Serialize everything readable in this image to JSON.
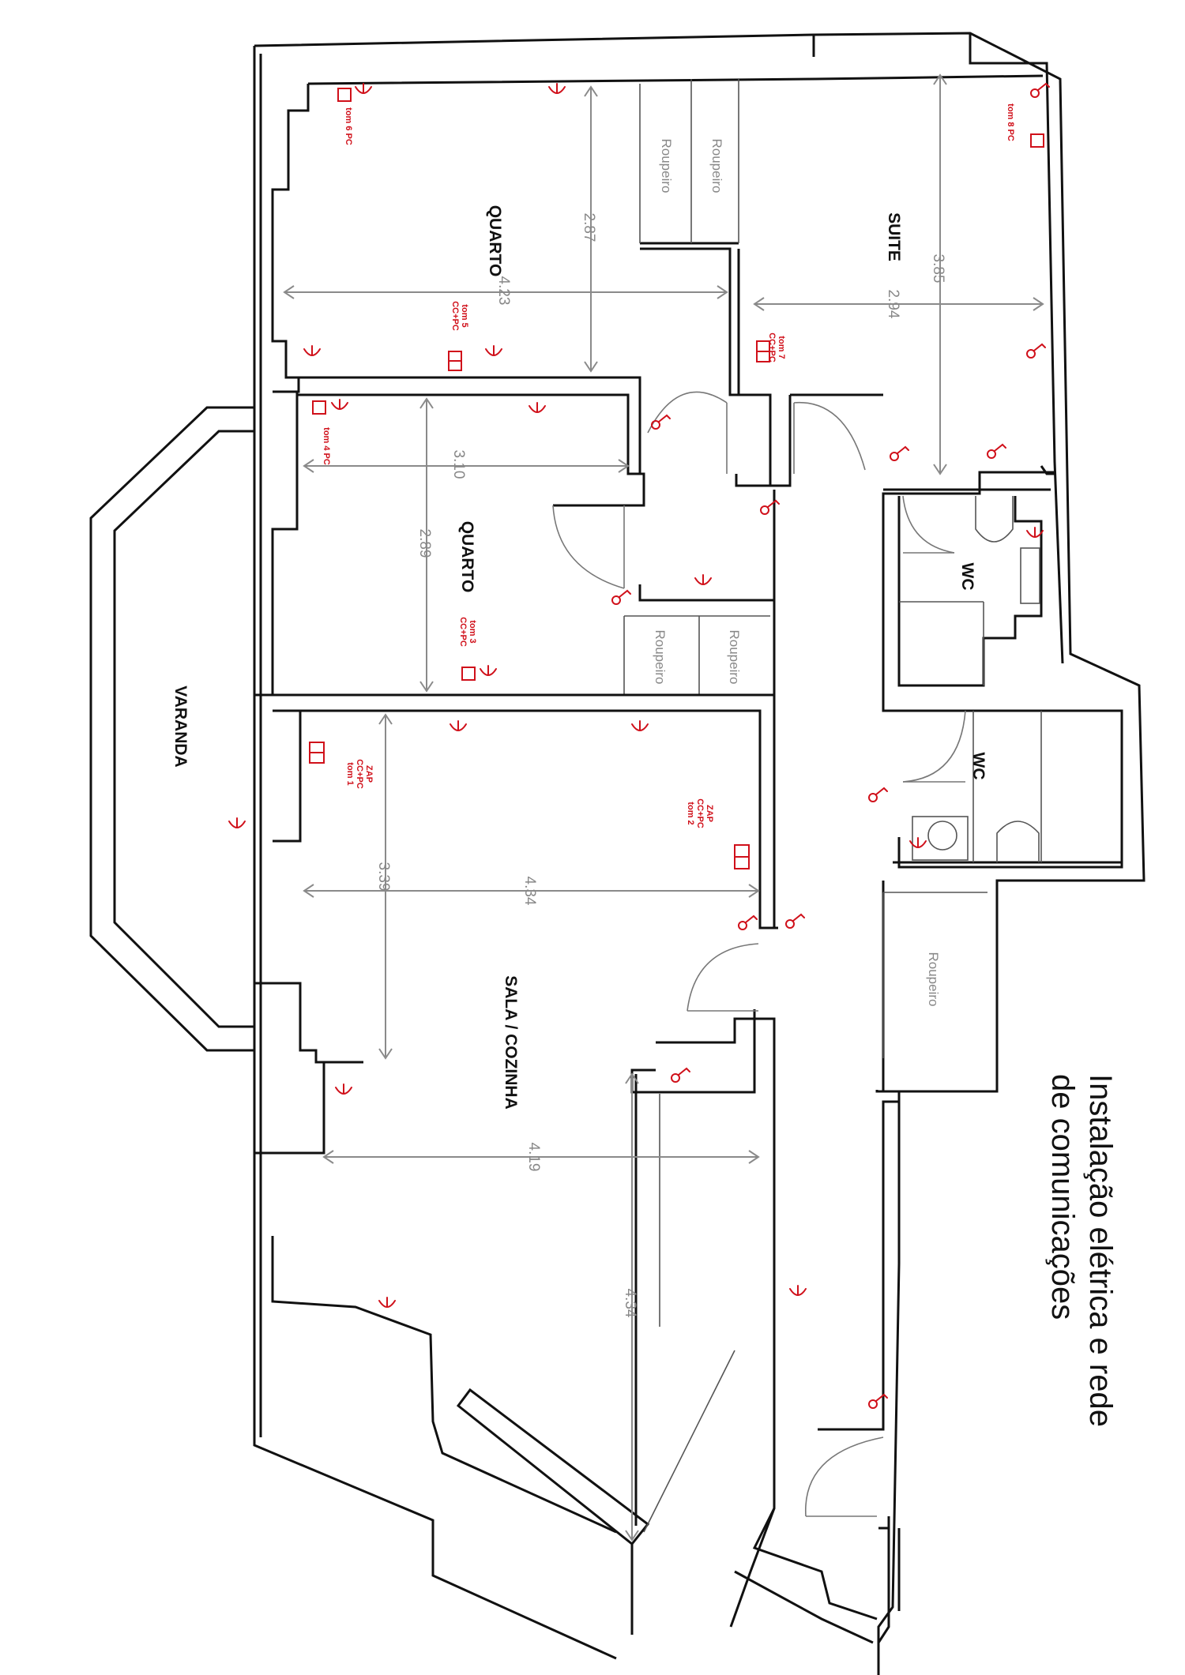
{
  "title": {
    "line1": "Instalação elétrica e rede",
    "line2": "de comunicações"
  },
  "rooms": {
    "quarto_top": "QUARTO",
    "suite": "SUITE",
    "quarto_mid": "QUARTO",
    "wc_top": "WC",
    "wc_bottom": "WC",
    "varanda": "VARANDA",
    "sala": "SALA / COZINHA"
  },
  "furniture": {
    "roupeiro": "Roupeiro"
  },
  "dimensions": {
    "quarto_top_w": "4.23",
    "quarto_top_h": "2.87",
    "suite_w": "2.94",
    "suite_h": "3.85",
    "quarto_mid_w": "3.10",
    "quarto_mid_h": "2.89",
    "sala_w": "4.34",
    "sala_h": "3.39",
    "cozinha_w": "4.19",
    "cozinha_h": "4.34"
  },
  "outlets": {
    "tom1": [
      "ZAP",
      "CC+PC",
      "tom 1"
    ],
    "tom2": [
      "ZAP",
      "CC+PC",
      "tom 2"
    ],
    "tom3": [
      "tom 3",
      "CC+PC"
    ],
    "tom4": "tom 4 PC",
    "tom5": [
      "tom 5",
      "CC+PC"
    ],
    "tom6": "tom 6 PC",
    "tom7": [
      "tom 7",
      "CC+PC"
    ],
    "tom8": "tom 8 PC"
  },
  "colors": {
    "electrical": "#d0101a",
    "walls": "#111111",
    "dimensions": "#8a8a8a"
  }
}
